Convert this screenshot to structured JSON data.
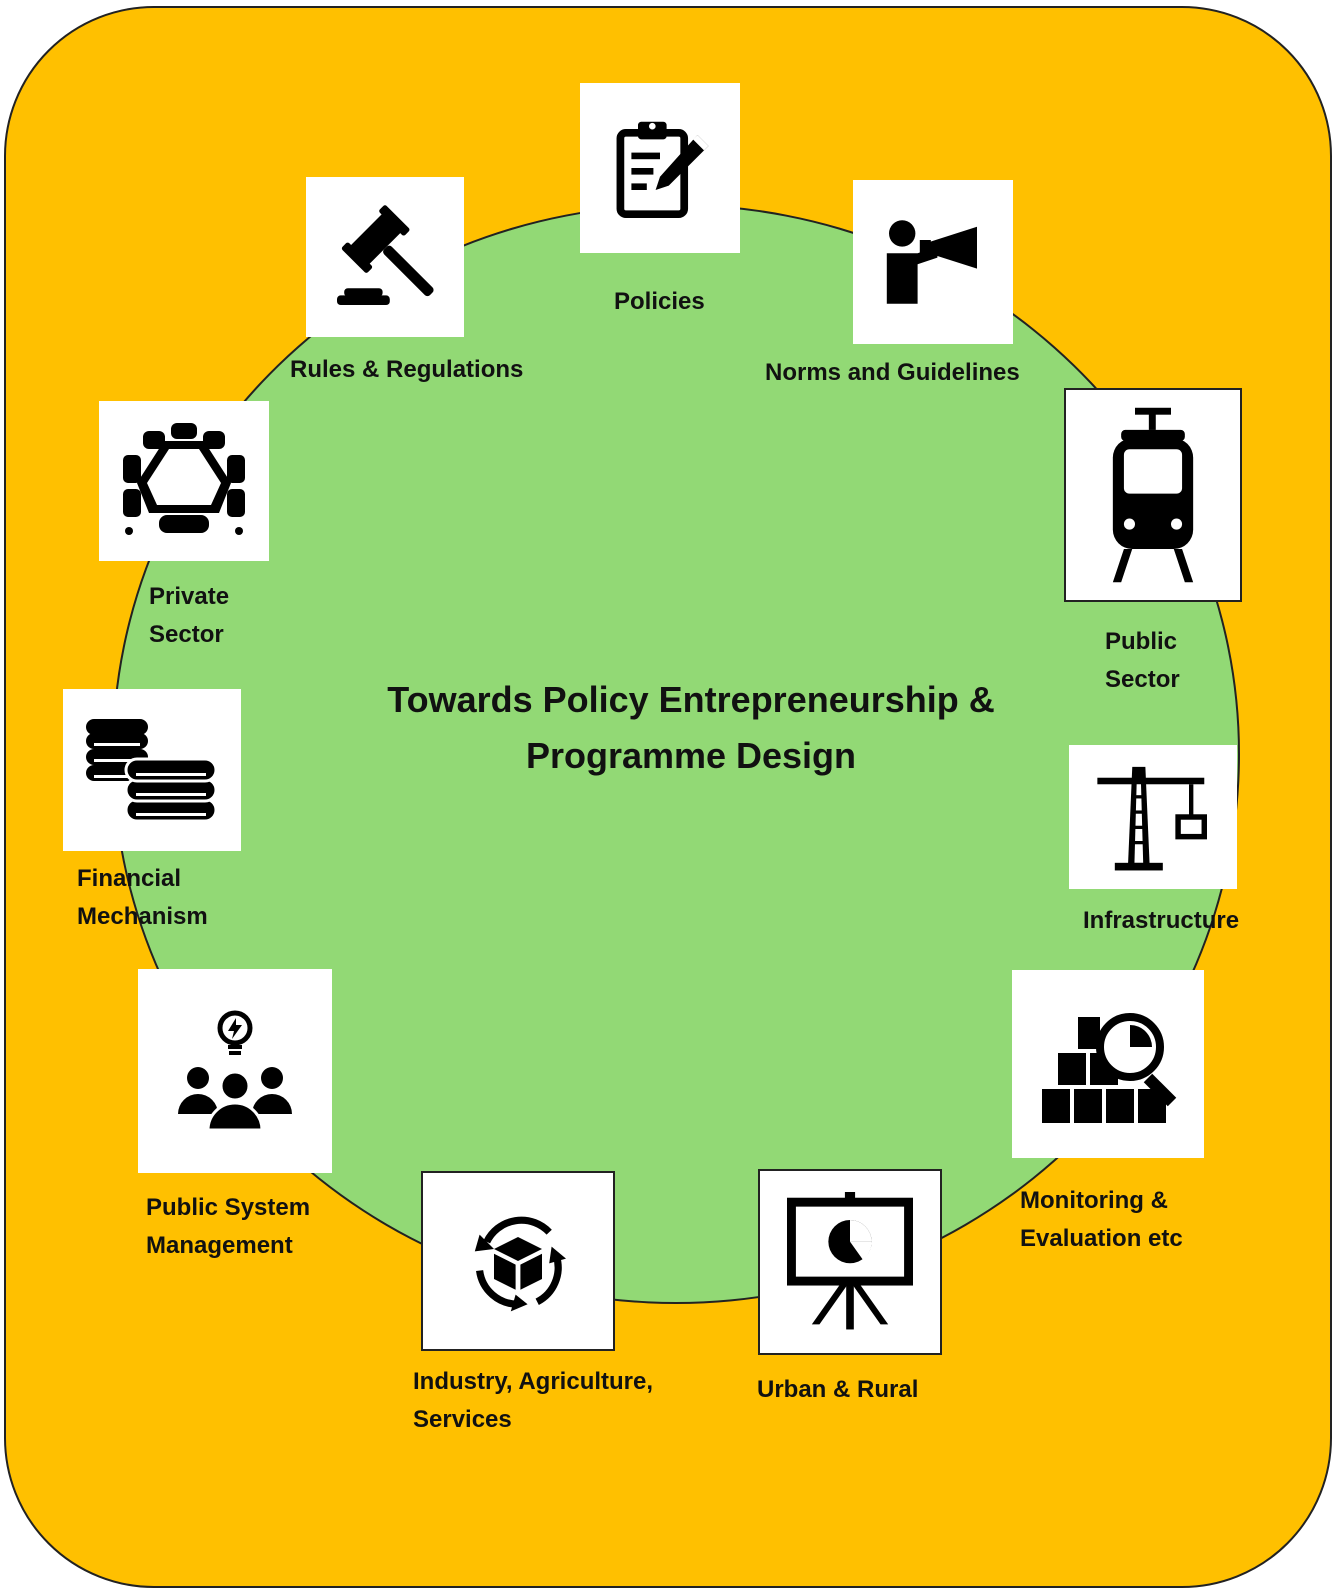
{
  "center": {
    "title_line1": "Towards Policy Entrepreneurship &",
    "title_line2": "Programme Design"
  },
  "colors": {
    "outer_background": "#FFC000",
    "circle_fill": "#92D975",
    "icon_background": "#FFFFFF",
    "icon_color": "#000000",
    "text": "#111111"
  },
  "items": [
    {
      "icon": "clipboard-pencil-icon",
      "lines": [
        "Policies"
      ]
    },
    {
      "icon": "megaphone-speaker-icon",
      "lines": [
        "Norms and Guidelines"
      ]
    },
    {
      "icon": "tram-icon",
      "lines": [
        "Public",
        "Sector"
      ]
    },
    {
      "icon": "crane-icon",
      "lines": [
        "Infrastructure"
      ]
    },
    {
      "icon": "boxes-magnifier-icon",
      "lines": [
        "Monitoring &",
        "Evaluation etc"
      ]
    },
    {
      "icon": "presentation-chart-icon",
      "lines": [
        "Urban & Rural"
      ]
    },
    {
      "icon": "recycle-box-icon",
      "lines": [
        "Industry, Agriculture,",
        "Services"
      ]
    },
    {
      "icon": "team-idea-icon",
      "lines": [
        "Public System",
        "Management"
      ]
    },
    {
      "icon": "coins-icon",
      "lines": [
        "Financial",
        "Mechanism"
      ]
    },
    {
      "icon": "conference-table-icon",
      "lines": [
        "Private",
        "Sector"
      ]
    },
    {
      "icon": "gavel-icon",
      "lines": [
        "Rules & Regulations"
      ]
    }
  ]
}
